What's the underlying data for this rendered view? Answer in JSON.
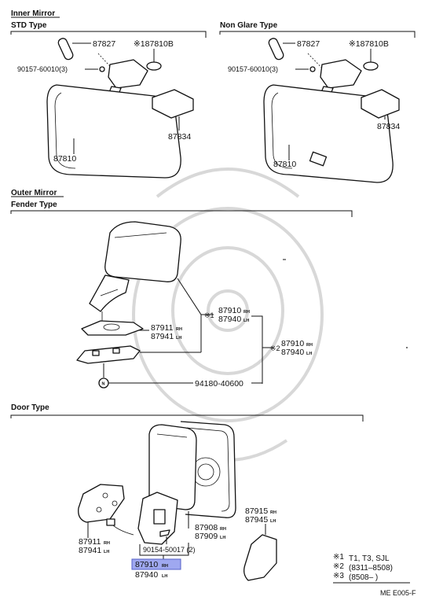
{
  "sections": {
    "inner_mirror": "Inner Mirror",
    "std_type": "STD Type",
    "non_glare_type": "Non Glare Type",
    "outer_mirror": "Outer Mirror",
    "fender_type": "Fender Type",
    "door_type": "Door Type"
  },
  "std": {
    "p87827": "87827",
    "p187810b": "※187810B",
    "p90157": "90157-60010(3)",
    "p87834": "87834",
    "p87810": "87810"
  },
  "non_glare": {
    "p87827": "87827",
    "p187810b": "※187810B",
    "p90157": "90157-60010(3)",
    "p87834": "87834",
    "p87810": "87810"
  },
  "fender": {
    "p87911": "87911",
    "p87911_side": "RH",
    "p87941": "87941",
    "p87941_side": "LH",
    "mark1": "※1",
    "p87910a": "87910",
    "p87910a_side": "RH",
    "p87940a": "87940",
    "p87940a_side": "LH",
    "mark2": "※2",
    "p87910b": "87910",
    "p87910b_side": "RH",
    "p87940b": "87940",
    "p87940b_side": "LH",
    "nut_mark": "N",
    "p94180": "94180-40600"
  },
  "door": {
    "p87911": "87911",
    "p87911_side": "RH",
    "p87941": "87941",
    "p87941_side": "LH",
    "p87908": "87908",
    "p87908_side": "RH",
    "p87909": "87909",
    "p87909_side": "LH",
    "p90154": "90154-50017 (2)",
    "p87910": "87910",
    "p87910_side": "RH",
    "p87940": "87940",
    "p87940_side": "LH",
    "p87915": "87915",
    "p87915_side": "RH",
    "p87945": "87945",
    "p87945_side": "LH"
  },
  "footnotes": [
    {
      "mark": "※1",
      "text": "T1, T3, SJL"
    },
    {
      "mark": "※2",
      "text": "(8311–8508)"
    },
    {
      "mark": "※3",
      "text": "(8508–       )"
    }
  ],
  "figure_code": "ME E005-F",
  "colors": {
    "highlight": "#9fa8f0",
    "ink": "#111111"
  }
}
